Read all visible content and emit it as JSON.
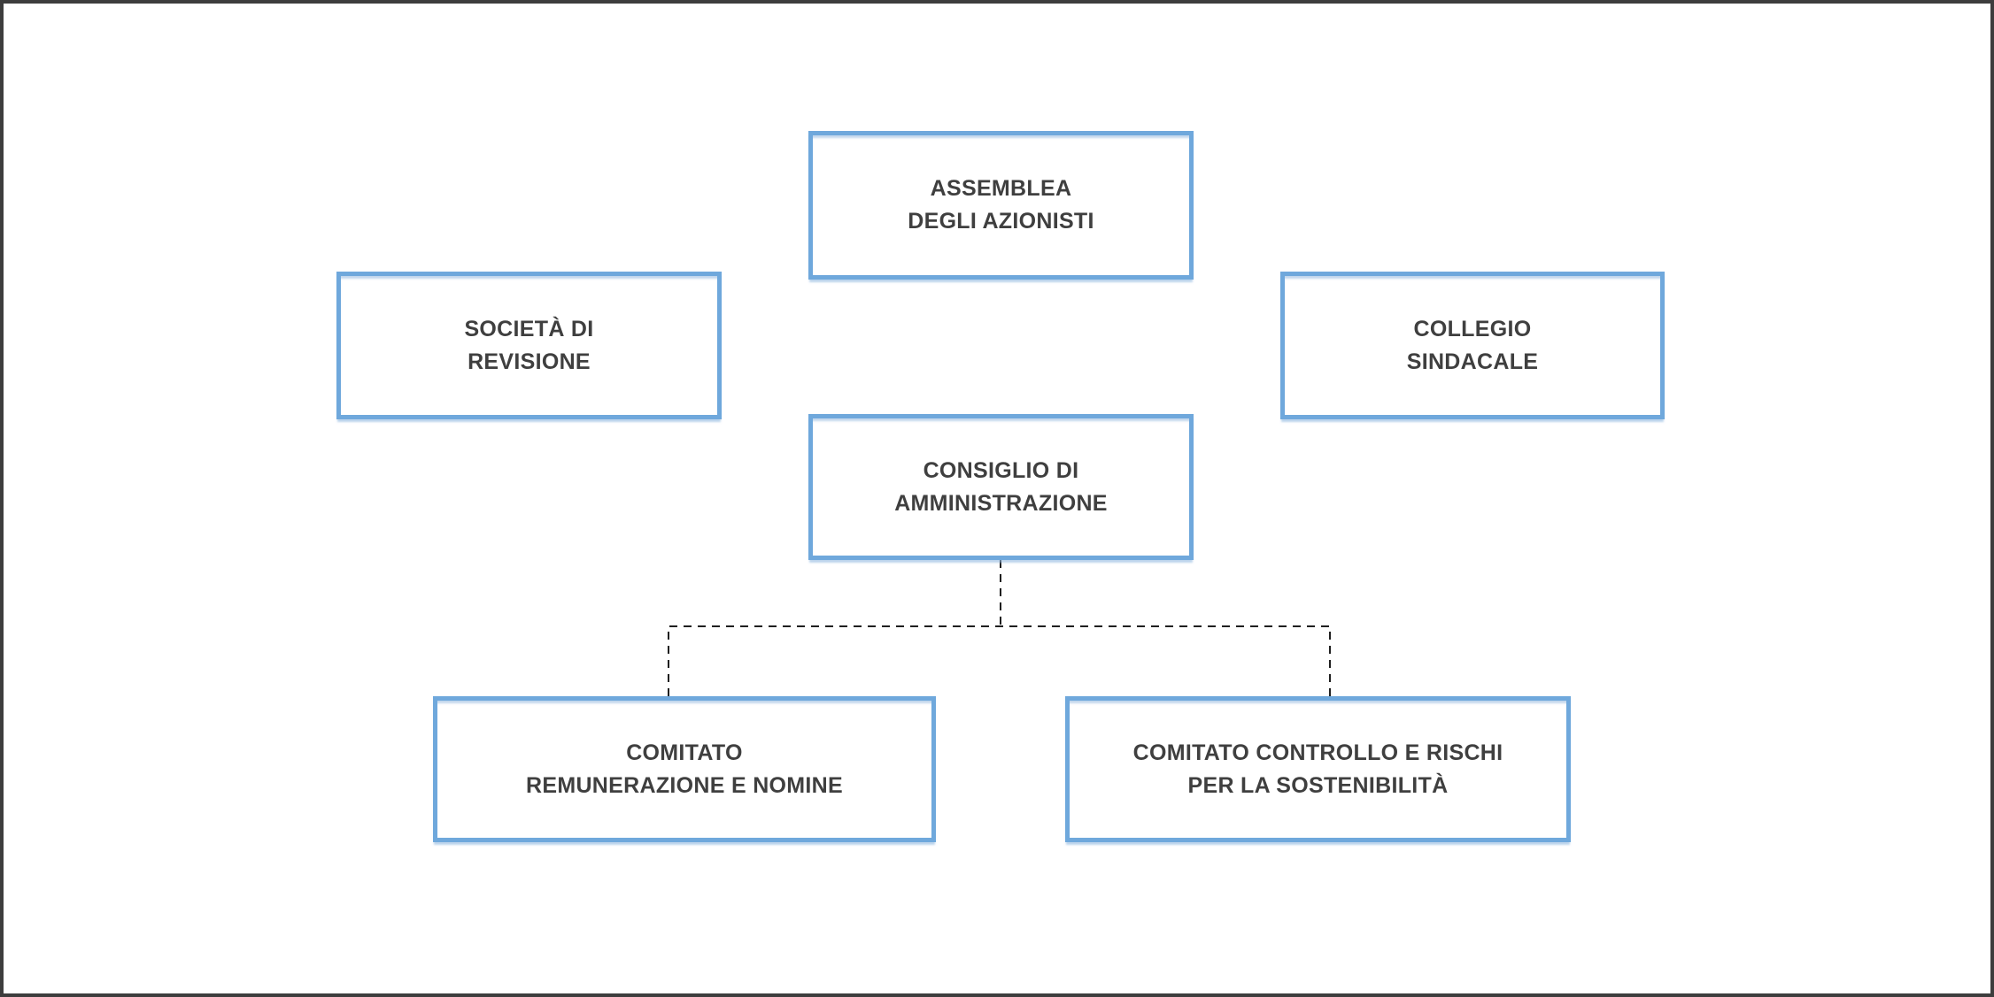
{
  "diagram": {
    "type": "org-chart",
    "language": "it",
    "colors": {
      "box_border": "#6fa8dc",
      "box_shadow": "#b9d4ee",
      "text": "#3f3f3f",
      "connector": "#1f1f1f",
      "outer_frame": "#3d3d3d",
      "background": "#ffffff"
    },
    "nodes": [
      {
        "id": "assemblea-degli-azionisti",
        "label": "ASSEMBLEA\nDEGLI AZIONISTI"
      },
      {
        "id": "societa-di-revisione",
        "label": "SOCIETÀ DI\nREVISIONE"
      },
      {
        "id": "collegio-sindacale",
        "label": "COLLEGIO\nSINDACALE"
      },
      {
        "id": "consiglio-di-amministrazione",
        "label": "CONSIGLIO DI\nAMMINISTRAZIONE"
      },
      {
        "id": "comitato-remunerazione-e-nomine",
        "label": "COMITATO\nREMUNERAZIONE E NOMINE"
      },
      {
        "id": "comitato-controllo-e-rischi",
        "label": "COMITATO CONTROLLO E RISCHI\nPER LA SOSTENIBILITÀ"
      }
    ],
    "connections": [
      {
        "from": "consiglio-di-amministrazione",
        "to": "comitato-remunerazione-e-nomine",
        "style": "dashed"
      },
      {
        "from": "consiglio-di-amministrazione",
        "to": "comitato-controllo-e-rischi",
        "style": "dashed"
      }
    ]
  }
}
